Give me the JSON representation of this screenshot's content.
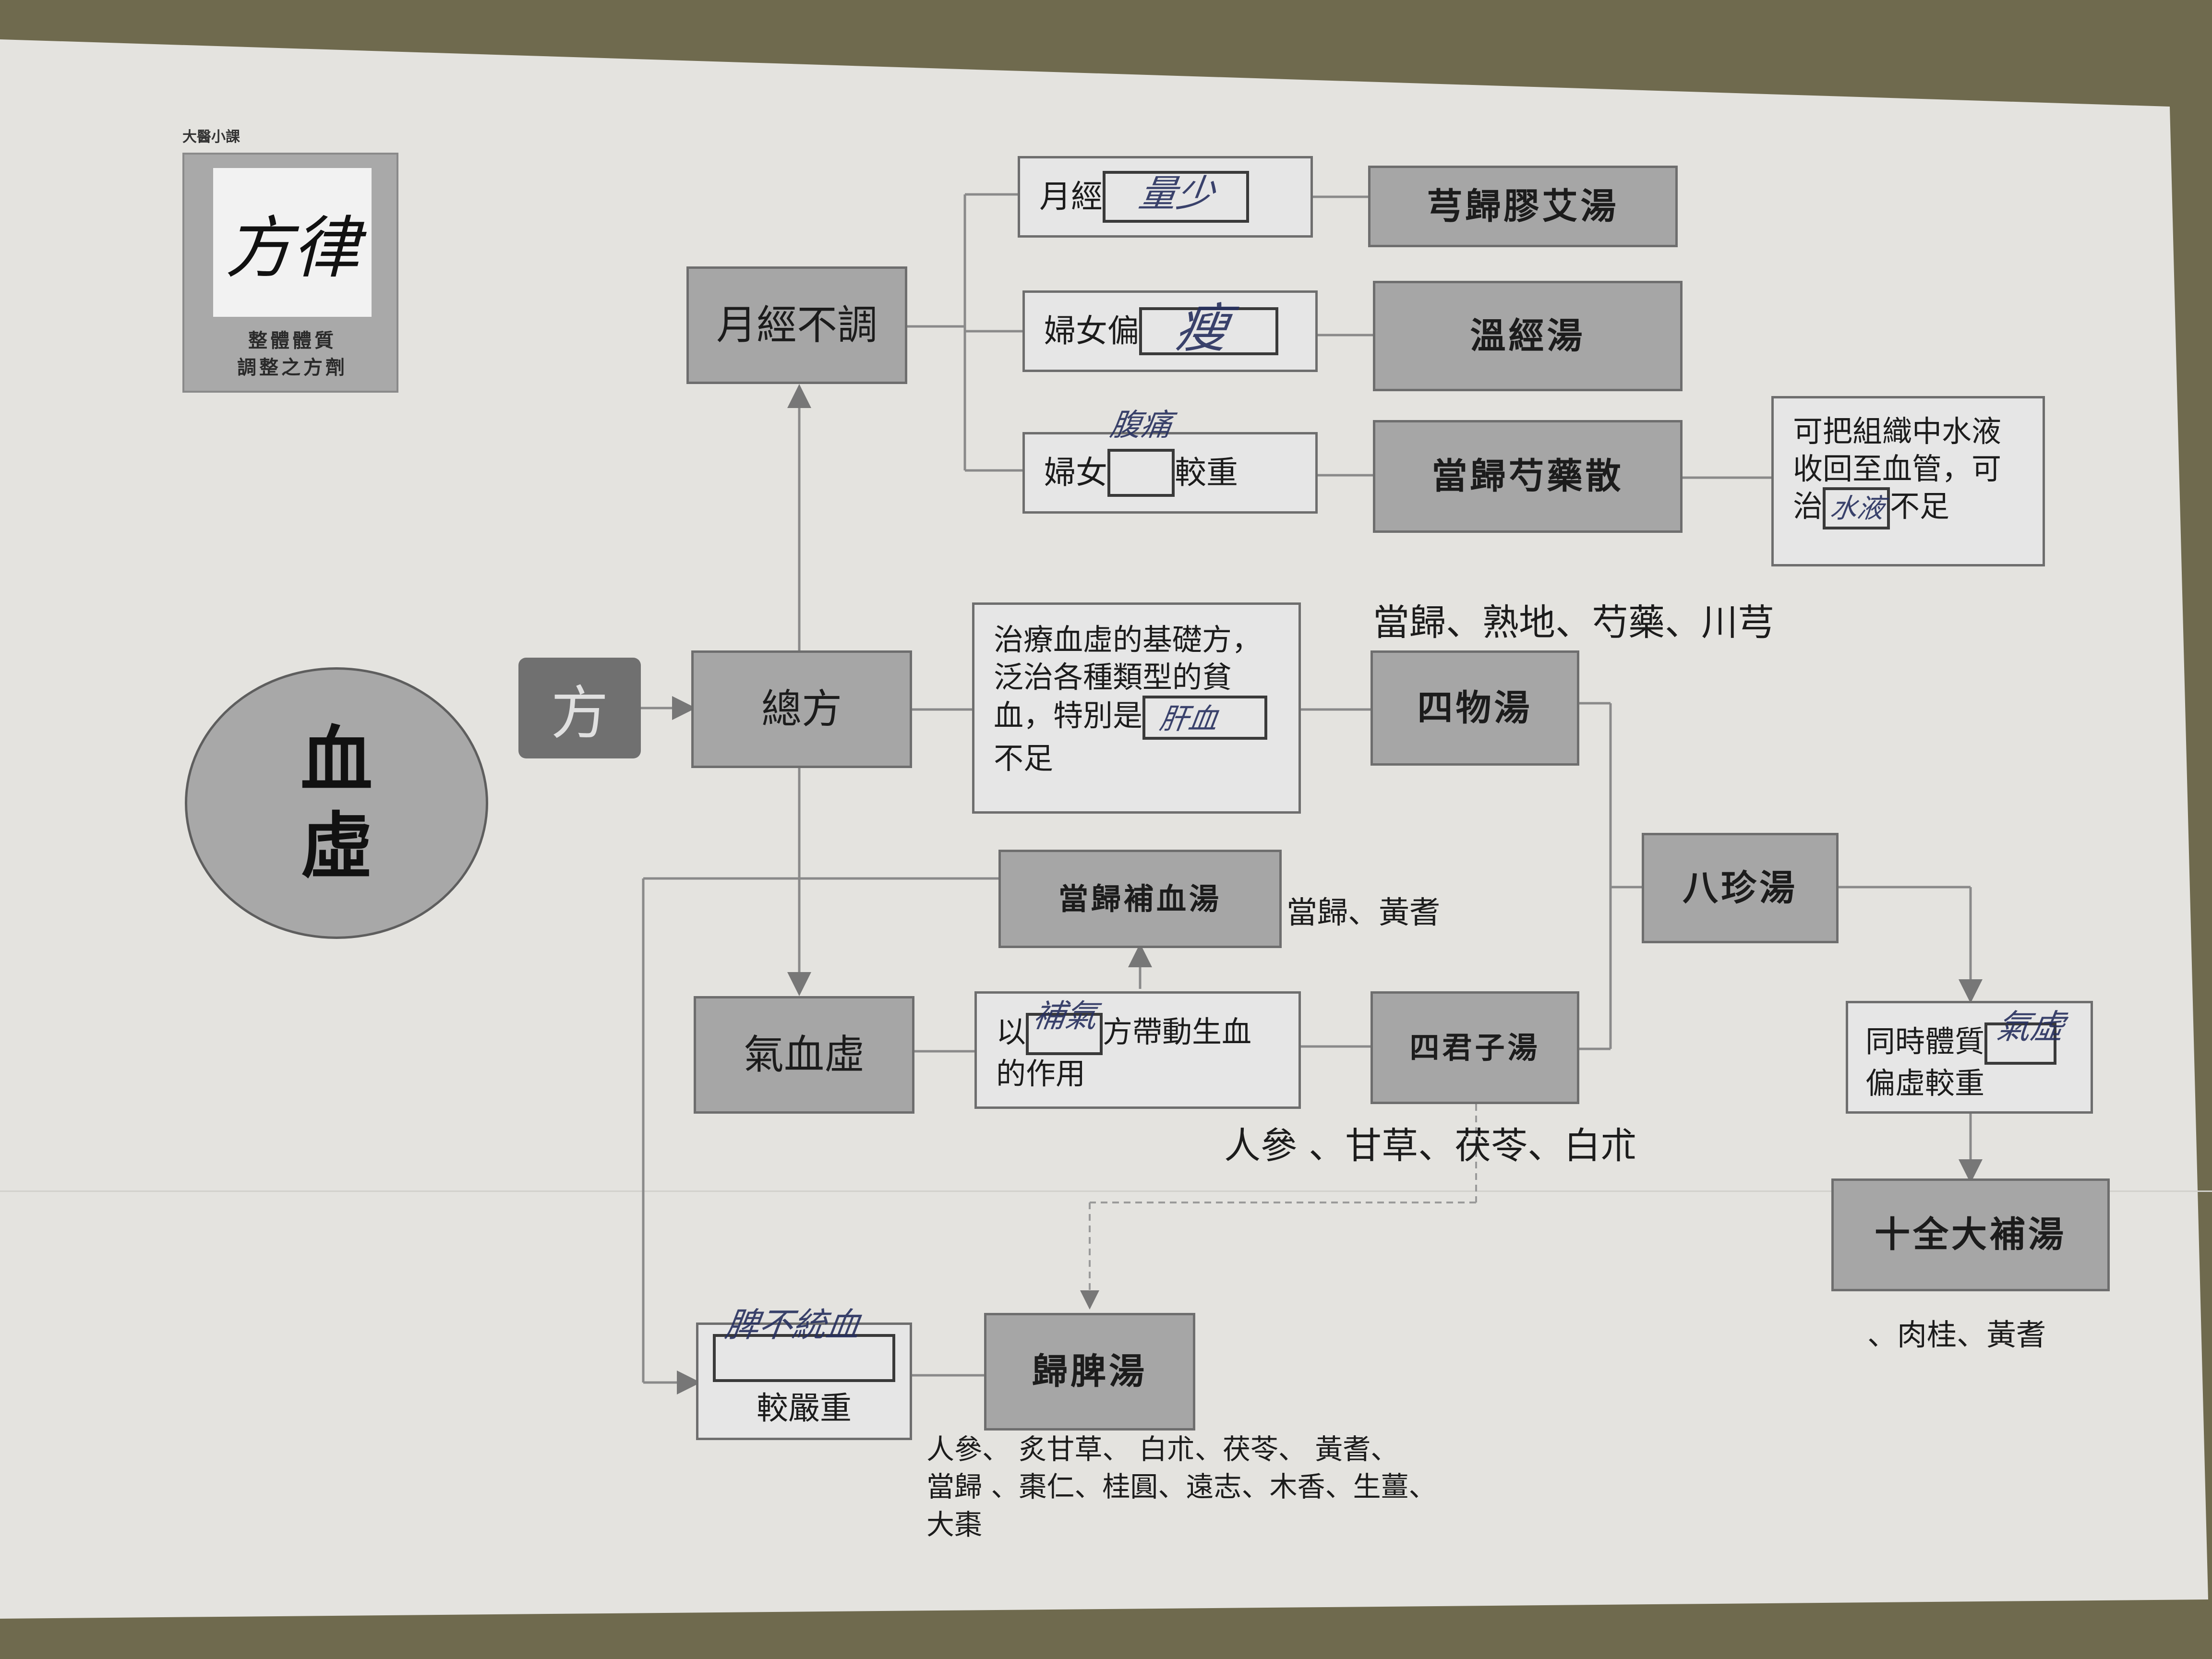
{
  "logo": {
    "header": "大醫小課",
    "title": "方律",
    "caption_line1": "整體體質",
    "caption_line2": "調整之方劑"
  },
  "center": {
    "char1": "血",
    "char2": "虛",
    "fang_label": "方"
  },
  "nodes": {
    "zongfang": "總方",
    "yuejing_butiao": "月經不調",
    "qixuexu": "氣血虛",
    "yanzhong_suffix": "較嚴重"
  },
  "conditions": {
    "c1_prefix": "月經",
    "c2_prefix": "婦女偏",
    "c3_prefix": "婦女",
    "c3_suffix": "較重"
  },
  "formulas": {
    "xionggui": "芎歸膠艾湯",
    "wenjing": "溫經湯",
    "danggui_shaoyao": "當歸芍藥散",
    "siwu": "四物湯",
    "danggui_buxue": "當歸補血湯",
    "sijunzi": "四君子湯",
    "bazhen": "八珍湯",
    "shiquan": "十全大補湯",
    "guipi": "歸脾湯"
  },
  "descriptions": {
    "shuiye_l1": "可把組織中水液",
    "shuiye_l2": "收回至血管，可",
    "shuiye_l3_prefix": "治",
    "shuiye_l3_suffix": "不足",
    "basis_l1": "治療血虛的基礎方，",
    "basis_l2": "泛治各種類型的貧",
    "basis_l3_prefix": "血，特別是",
    "basis_l4": "不足",
    "qi_l1_prefix": "以",
    "qi_l1_suffix": "方帶動生血",
    "qi_l2": "的作用",
    "tizhi_l1": "同時體質",
    "tizhi_l2": "偏虛較重"
  },
  "ingredients": {
    "siwu": "當歸、熟地、芍藥、川芎",
    "buxue": "當歸、黃耆",
    "sijunzi": "人參 、甘草、茯苓、白朮",
    "shiquan": "、肉桂、黃耆",
    "guipi_l1": "人參、 炙甘草、 白朮、茯苓、 黃耆、",
    "guipi_l2": "當歸 、棗仁、桂圓、遠志、木香、生薑、",
    "guipi_l3": "大棗"
  },
  "handwritten": {
    "h1": "量少",
    "h2": "瘦",
    "h3": "腹痛",
    "h4": "水液",
    "h5": "肝血",
    "h6": "補氣",
    "h7": "氣虛",
    "h8": "脾不統血"
  },
  "colors": {
    "box_dark": "#a6a6a6",
    "box_light": "#e6e6e6",
    "paper": "#e4e3df",
    "border": "#6e6e6e",
    "ink": "#27305e"
  }
}
